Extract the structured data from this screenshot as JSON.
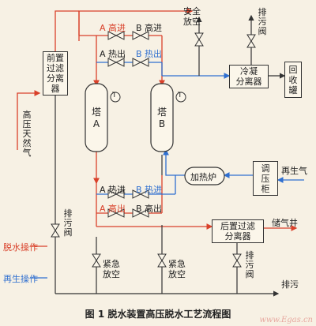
{
  "figure": {
    "caption": "图 1   脱水装置高压脱水工艺流程图",
    "watermark": "www.Egas.cn"
  },
  "equipment": {
    "prefilter": "前置\n过滤\n分离\n器",
    "tower_a": "塔\nA",
    "tower_b": "塔\nB",
    "condenser": "冷凝\n分离器",
    "recovery_tank": "回\n收\n罐",
    "heater": "加热炉",
    "pressure_cabinet": "调\n压\n柜",
    "postfilter": "后置过滤\n分离器",
    "instrument_symbol": "T"
  },
  "labels": {
    "feed_gas": "高压天然气",
    "safety_vent": "安全\n放空",
    "drain_top": "排污阀",
    "drain_left": "排污阀",
    "drain_bottom": "排污阀",
    "emergency_vent_1": "紧急\n放空",
    "emergency_vent_2": "紧急\n放空",
    "regen_gas": "再生气",
    "gas_storage": "储气井",
    "sewage": "排污"
  },
  "valves": {
    "a_high_in": "A 高进",
    "b_high_in": "B 高进",
    "a_hot_out": "A 热出",
    "b_hot_out": "B 热出",
    "a_hot_in": "A 热进",
    "b_hot_in": "B 热进",
    "a_high_out": "A 高出",
    "b_high_out": "B 高出"
  },
  "legend": {
    "dehydration": "脱水操作",
    "regeneration": "再生操作"
  },
  "colors": {
    "dehydration": "#d9412a",
    "regeneration": "#2f6fd0",
    "pipe": "#333333"
  }
}
